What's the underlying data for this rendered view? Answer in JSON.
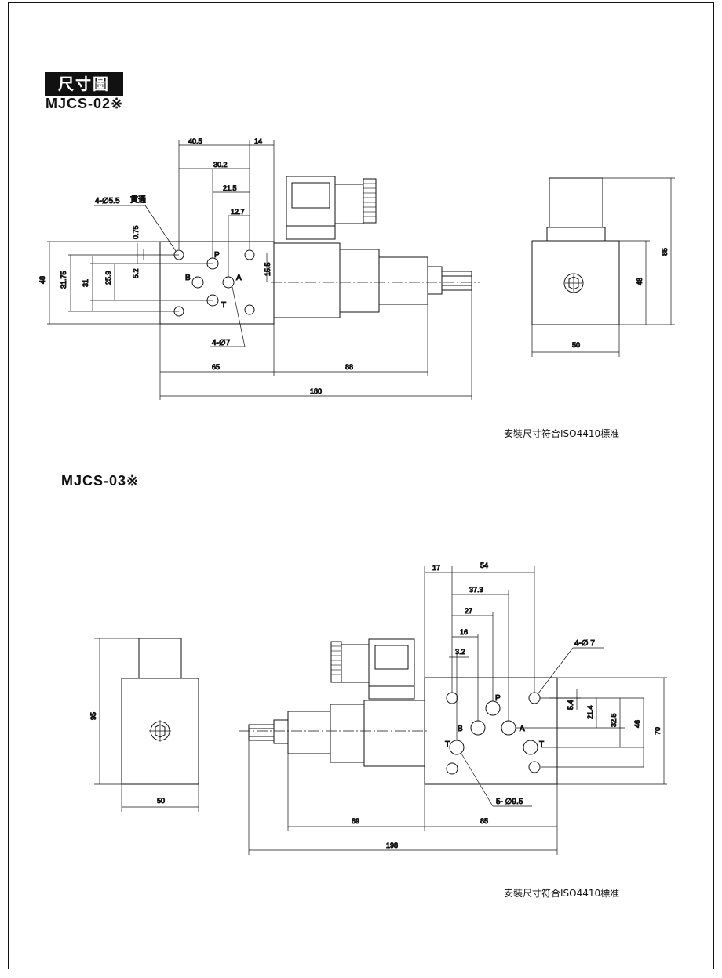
{
  "header": {
    "title": "尺寸圖",
    "model_02": "MJCS-02※",
    "model_03": "MJCS-03※"
  },
  "notes": {
    "iso_02": "安裝尺寸符合ISO4410標准",
    "iso_03": "安裝尺寸符合ISO4410標准"
  },
  "mjcs02": {
    "dims": {
      "d40_5": "40.5",
      "d14": "14",
      "d30_2": "30.2",
      "d21_5": "21.5",
      "d12_7": "12.7",
      "d0_75": "0.75",
      "d5_2": "5.2",
      "d25_9": "25.9",
      "d31": "31",
      "d31_75": "31.75",
      "d48": "48",
      "d15_5": "15.5",
      "d65": "65",
      "d88": "88",
      "d180": "180"
    },
    "callouts": {
      "holes_mount": "4-∅5.5",
      "through": "貫通",
      "holes_port": "4-∅7"
    },
    "ports": {
      "p": "P",
      "a": "A",
      "b": "B",
      "t": "T"
    },
    "side_view": {
      "d48": "48",
      "d85": "85",
      "d50": "50"
    }
  },
  "mjcs03": {
    "dims": {
      "d17": "17",
      "d54": "54",
      "d37_3": "37.3",
      "d27": "27",
      "d16": "16",
      "d3_2": "3.2",
      "d5_4": "5.4",
      "d21_4": "21.4",
      "d32_5": "32.5",
      "d46": "46",
      "d70": "70",
      "d89": "89",
      "d85": "85",
      "d198": "198"
    },
    "callouts": {
      "holes_mount": "4-∅ 7",
      "holes_port": "5- ∅9.5"
    },
    "ports": {
      "p": "P",
      "a": "A",
      "b": "B",
      "t1": "T",
      "t2": "T"
    },
    "side_view": {
      "d95": "95",
      "d50": "50"
    }
  }
}
